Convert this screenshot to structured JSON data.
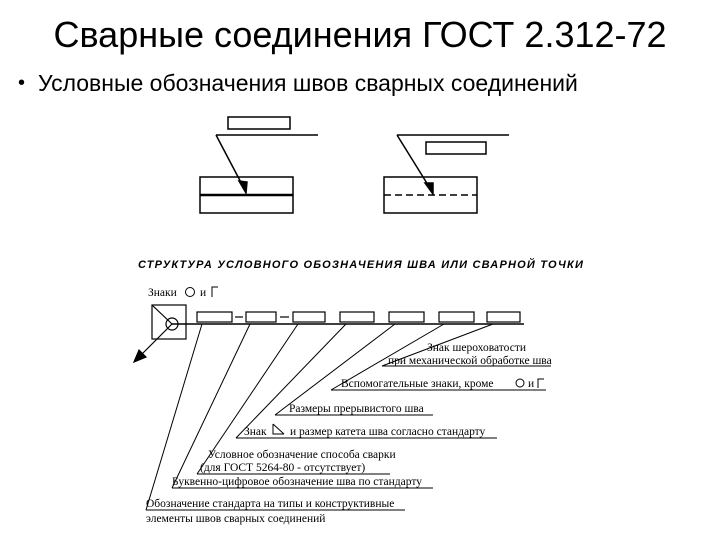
{
  "slide": {
    "title": "Сварные соединения ГОСТ 2.312-72",
    "bullet": "Условные обозначения швов сварных соединений"
  },
  "diagram": {
    "structure_title": "СТРУКТУРА УСЛОВНОГО ОБОЗНАЧЕНИЯ ШВА ИЛИ СВАРНОЙ ТОЧКИ",
    "signs_label": "Знаки",
    "signs_and": "и",
    "labels": {
      "roughness_1": "Знак шероховатости",
      "roughness_2": "при механической обработке шва",
      "aux_signs": "Вспомогательные знаки, кроме",
      "intermittent": "Размеры прерывистого шва",
      "leg_sign": "Знак",
      "leg_rest": "и размер катета шва согласно стандарту",
      "method_1": "Условное обозначение способа сварки",
      "method_2": "(для ГОСТ 5264-80 - отсутствует)",
      "alnum": "Буквенно-цифровое обозначение шва по стандарту",
      "standard_1": "Обозначение стандарта на типы и конструктивные",
      "standard_2": "элементы швов сварных соединений"
    }
  }
}
